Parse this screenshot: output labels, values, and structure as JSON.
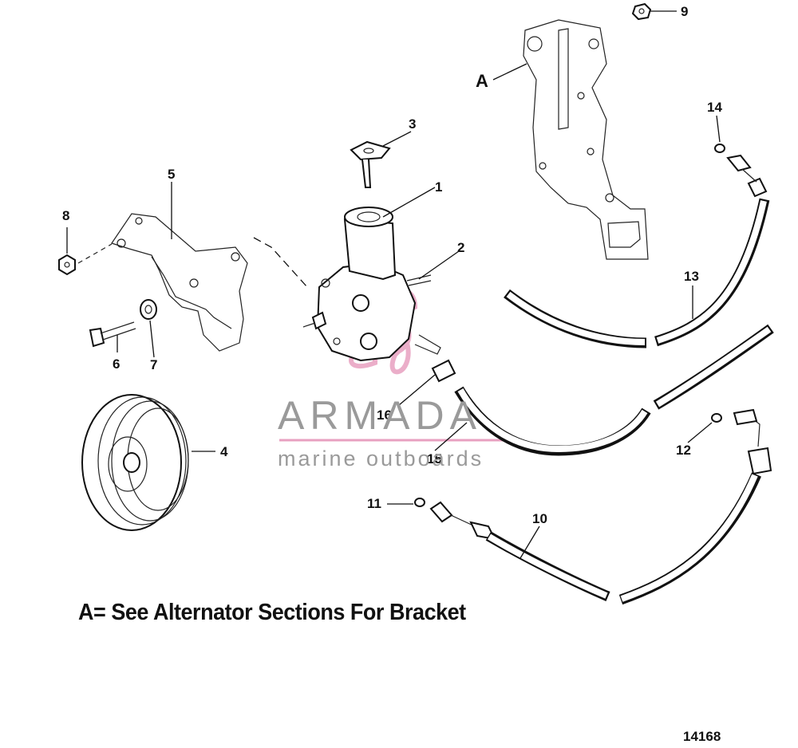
{
  "callouts": [
    {
      "text": "1"
    },
    {
      "text": "2"
    },
    {
      "text": "3"
    },
    {
      "text": "4"
    },
    {
      "text": "5"
    },
    {
      "text": "6"
    },
    {
      "text": "7"
    },
    {
      "text": "8"
    },
    {
      "text": "9"
    },
    {
      "text": "10"
    },
    {
      "text": "11"
    },
    {
      "text": "12"
    },
    {
      "text": "13"
    },
    {
      "text": "14"
    },
    {
      "text": "15"
    },
    {
      "text": "16"
    }
  ],
  "bracket_label": "A",
  "note": "A= See Alternator Sections For Bracket",
  "figure_number": "14168",
  "watermark": {
    "brand": "ARMADA",
    "tagline": "marine outboards",
    "color": "#e8a0c0"
  }
}
